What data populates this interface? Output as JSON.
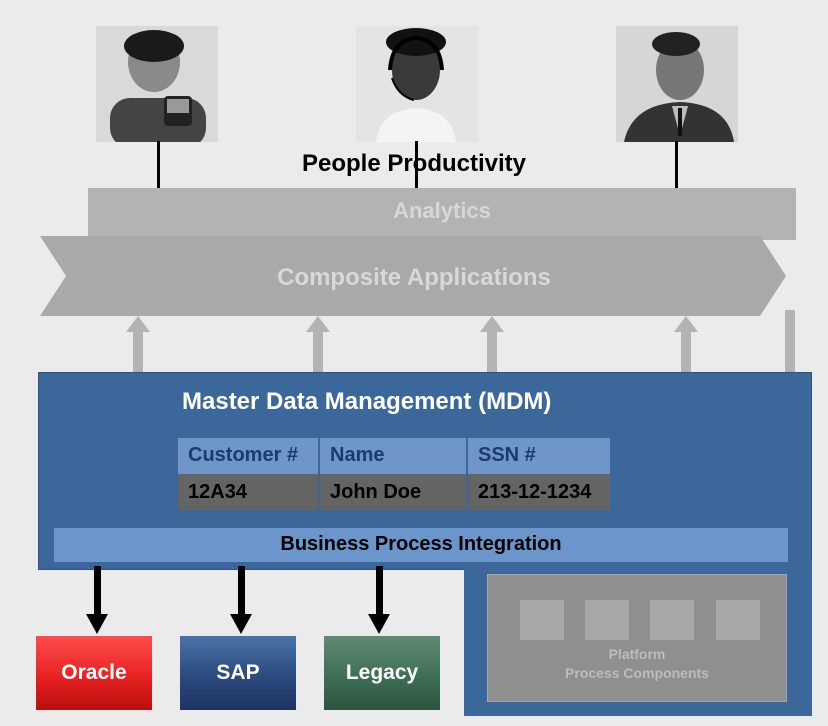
{
  "people": {
    "title": "People Productivity",
    "photos": [
      {
        "icon": "person-with-phone-photo"
      },
      {
        "icon": "person-with-headset-photo"
      },
      {
        "icon": "person-reading-photo"
      }
    ]
  },
  "analytics": {
    "label": "Analytics"
  },
  "composite": {
    "label": "Composite Applications"
  },
  "mdm": {
    "title": "Master Data Management (MDM)",
    "table": {
      "headers": [
        "Customer #",
        "Name",
        "SSN #"
      ],
      "row": [
        "12A34",
        "John Doe",
        "213-12-1234"
      ]
    },
    "bpi_label": "Business Process Integration"
  },
  "systems": [
    "Oracle",
    "SAP",
    "Legacy"
  ],
  "platform": {
    "line1": "Platform",
    "line2": "Process Components"
  },
  "colors": {
    "mdm_blue": "#3b679b",
    "header_blue": "#6e96c8",
    "oracle_red": "#e82222",
    "sap_blue": "#29477a",
    "legacy_green": "#3c6b53",
    "gray_arrow": "#b3b3b3"
  }
}
